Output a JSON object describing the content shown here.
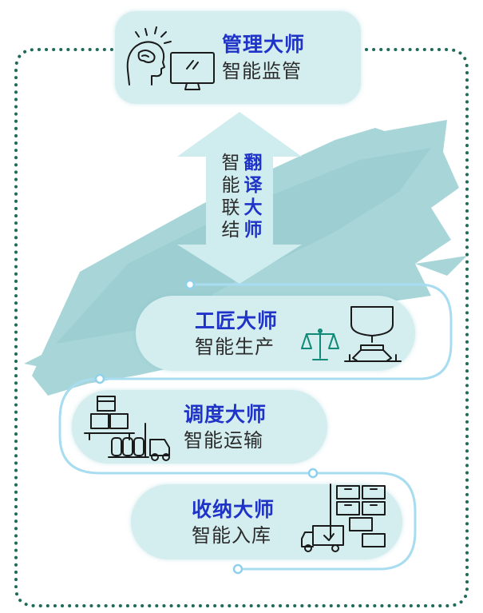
{
  "cards": {
    "top": {
      "title": "管理大师",
      "sub": "智能监管",
      "icon": "brain-computer-icon"
    },
    "craft": {
      "title": "工匠大师",
      "sub": "智能生产",
      "icon": "scale-robot-arm-icon"
    },
    "dispatch": {
      "title": "调度大师",
      "sub": "智能运输",
      "icon": "forklift-cargo-icon"
    },
    "storage": {
      "title": "收纳大师",
      "sub": "智能入库",
      "icon": "truck-warehouse-icon"
    }
  },
  "connector": {
    "left": [
      "智",
      "能",
      "联",
      "结"
    ],
    "right": [
      "翻",
      "译",
      "大",
      "师"
    ]
  },
  "colors": {
    "card_bg": "#d4eef0",
    "title": "#1f33c8",
    "dotted_border": "#1f6b5a",
    "arrow": "#cfecef",
    "brush": "#8cc8cc",
    "flow_line": "#a8dcf0"
  }
}
